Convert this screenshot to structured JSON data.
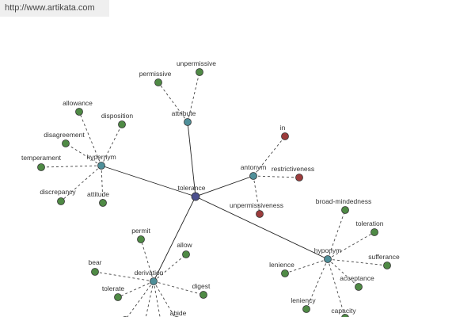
{
  "source_url": "http://www.artikata.com",
  "graph": {
    "center": {
      "id": "tolerance",
      "label": "tolerance",
      "color": "#4b4f8e"
    },
    "colors": {
      "hub": "#4f8f99",
      "leaf": "#4f8a45",
      "antonym_leaf": "#9c3c3c",
      "edge": "#222222",
      "dashed_edge": "#444444",
      "node_stroke": "#333333"
    },
    "hubs": [
      {
        "id": "attribute",
        "label": "attribute",
        "leaves": [
          {
            "id": "attribute-permissive",
            "label": "permissive",
            "kind": "leaf"
          },
          {
            "id": "attribute-unpermissive",
            "label": "unpermissive",
            "kind": "leaf"
          }
        ]
      },
      {
        "id": "hypernym",
        "label": "hypernym",
        "leaves": [
          {
            "id": "hypernym-allowance",
            "label": "allowance",
            "kind": "leaf"
          },
          {
            "id": "hypernym-disposition",
            "label": "disposition",
            "kind": "leaf"
          },
          {
            "id": "hypernym-disagreement",
            "label": "disagreement",
            "kind": "leaf"
          },
          {
            "id": "hypernym-temperament",
            "label": "temperament",
            "kind": "leaf"
          },
          {
            "id": "hypernym-discrepancy",
            "label": "discrepancy",
            "kind": "leaf"
          },
          {
            "id": "hypernym-attitude",
            "label": "attitude",
            "kind": "leaf"
          }
        ]
      },
      {
        "id": "antonym",
        "label": "antonym",
        "leaves": [
          {
            "id": "antonym-in",
            "label": "in",
            "kind": "antonym_leaf"
          },
          {
            "id": "antonym-restrictiveness",
            "label": "restrictiveness",
            "kind": "antonym_leaf"
          },
          {
            "id": "antonym-unpermissiveness",
            "label": "unpermissiveness",
            "kind": "antonym_leaf"
          }
        ]
      },
      {
        "id": "hyponym",
        "label": "hyponym",
        "leaves": [
          {
            "id": "hyponym-broad-mindedness",
            "label": "broad-mindedness",
            "kind": "leaf"
          },
          {
            "id": "hyponym-toleration",
            "label": "toleration",
            "kind": "leaf"
          },
          {
            "id": "hyponym-sufferance",
            "label": "sufferance",
            "kind": "leaf"
          },
          {
            "id": "hyponym-lenience",
            "label": "lenience",
            "kind": "leaf"
          },
          {
            "id": "hyponym-acceptance",
            "label": "acceptance",
            "kind": "leaf"
          },
          {
            "id": "hyponym-leniency",
            "label": "leniency",
            "kind": "leaf"
          },
          {
            "id": "hyponym-capacity",
            "label": "capacity",
            "kind": "leaf"
          }
        ]
      },
      {
        "id": "derivation",
        "label": "derivation",
        "leaves": [
          {
            "id": "derivation-permit",
            "label": "permit",
            "kind": "leaf"
          },
          {
            "id": "derivation-allow",
            "label": "allow",
            "kind": "leaf"
          },
          {
            "id": "derivation-bear",
            "label": "bear",
            "kind": "leaf"
          },
          {
            "id": "derivation-tolerate",
            "label": "tolerate",
            "kind": "leaf"
          },
          {
            "id": "derivation-digest",
            "label": "digest",
            "kind": "leaf"
          },
          {
            "id": "derivation-abide",
            "label": "abide",
            "kind": "leaf"
          },
          {
            "id": "derivation-offscreen-1",
            "label": "",
            "kind": "leaf"
          },
          {
            "id": "derivation-offscreen-2",
            "label": "",
            "kind": "leaf"
          },
          {
            "id": "derivation-offscreen-3",
            "label": "",
            "kind": "leaf"
          }
        ]
      }
    ]
  }
}
